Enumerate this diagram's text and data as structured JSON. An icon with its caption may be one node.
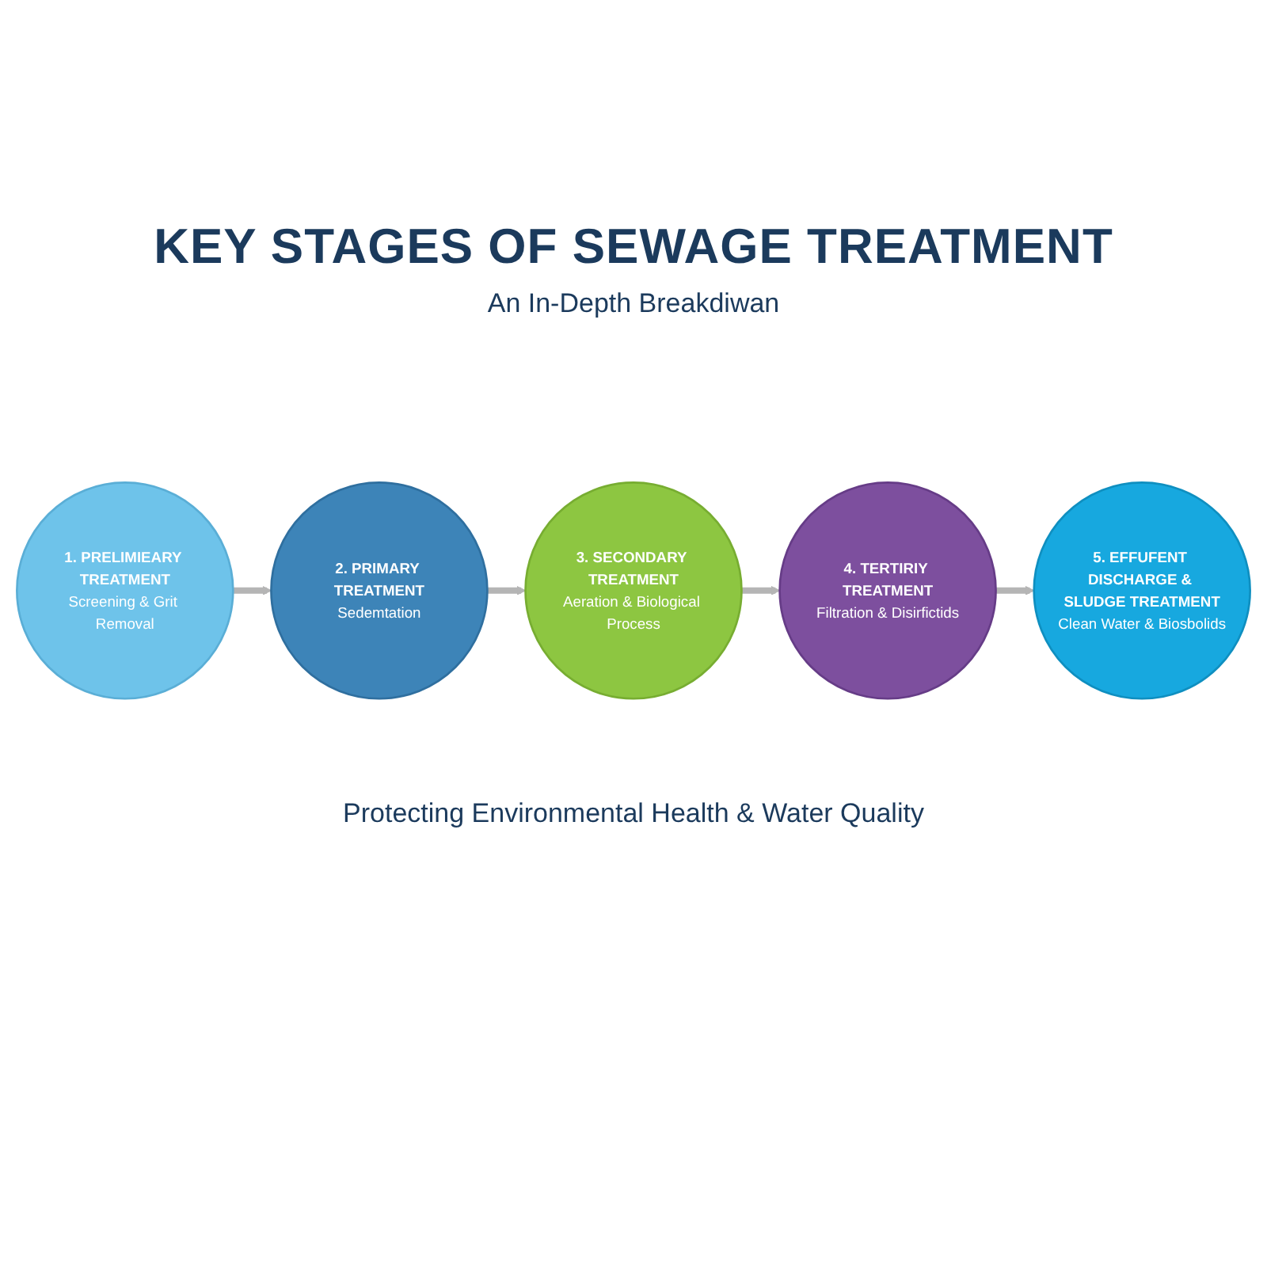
{
  "diagram": {
    "title": "KEY STAGES OF SEWAGE TREATMENT",
    "caption": "Protecting Environmental Health & Water Quality",
    "nodes": [
      {
        "text": [
          "1. PRELIMIEARY TREATMENT",
          "Screening & Grit Removal"
        ]
      },
      {
        "text": [
          "2. PRIMARY TREATMENT",
          "Sedemtation"
        ]
      },
      {
        "text": [
          "3. SECONDARY TREATMENT",
          "Aeration & Biological Process"
        ]
      },
      {
        "text": [
          "4. TERTIRIY TREATMENT",
          "Filtration & Disirfictids"
        ]
      },
      {
        "text": [
          "5. EFFUFENT DISCHARGE & SLUDGE TREATMENT",
          "Clean Water & Biosbolids"
        ]
      }
    ],
    "edges": [
      {
        "from": 0,
        "to": 1,
        "arrow": "to"
      },
      {
        "from": 1,
        "to": 2,
        "arrow": "to"
      },
      {
        "from": 2,
        "to": 3,
        "arrow": "to"
      },
      {
        "from": 3,
        "to": 4,
        "arrow": "to"
      }
    ],
    "labels": [
      "An In-Depth Breakdiwan"
    ]
  }
}
